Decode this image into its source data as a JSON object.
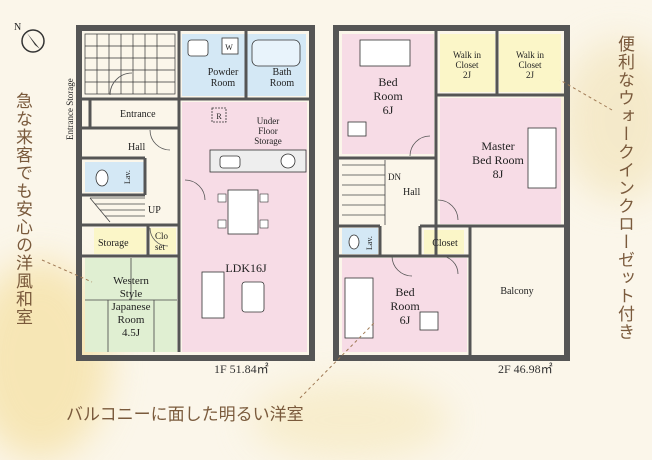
{
  "compass": {
    "north": "N"
  },
  "floor1": {
    "entrance_storage": "Entrance Storage",
    "entrance": "Entrance",
    "hall": "Hall",
    "lav": "Lav.",
    "up": "UP",
    "storage": "Storage",
    "closet_top": "Clo",
    "closet_bottom": "set",
    "western_l1": "Western",
    "western_l2": "Style",
    "western_l3": "Japanese",
    "western_l4": "Room",
    "western_l5": "4.5J",
    "powder_l1": "Powder",
    "powder_l2": "Room",
    "bath_l1": "Bath",
    "bath_l2": "Room",
    "w_mark": "W",
    "r_mark": "R",
    "under_l1": "Under",
    "under_l2": "Floor",
    "under_l3": "Storage",
    "ldk": "LDK16J",
    "area": "1F  51.84㎡"
  },
  "floor2": {
    "bed1_l1": "Bed",
    "bed1_l2": "Room",
    "bed1_l3": "6J",
    "wic1_l1": "Walk in",
    "wic1_l2": "Closet",
    "wic1_l3": "2J",
    "wic2_l1": "Walk in",
    "wic2_l2": "Closet",
    "wic2_l3": "2J",
    "master_l1": "Master",
    "master_l2": "Bed Room",
    "master_l3": "8J",
    "dn": "DN",
    "hall": "Hall",
    "lav": "Lav.",
    "closet": "Closet",
    "bed2_l1": "Bed",
    "bed2_l2": "Room",
    "bed2_l3": "6J",
    "balcony": "Balcony",
    "area": "2F  46.98㎡"
  },
  "captions": {
    "left": "急な来客でも安心の洋風和室",
    "right": "便利なウォークインクローゼット付き",
    "bottom": "バルコニーに面した明るい洋室"
  },
  "colors": {
    "pink": "#f7dce6",
    "blue": "#d4e8f5",
    "yellow": "#fbf6c8",
    "green": "#e0efd2",
    "wall": "#555555",
    "caption": "#7a5a3c"
  }
}
